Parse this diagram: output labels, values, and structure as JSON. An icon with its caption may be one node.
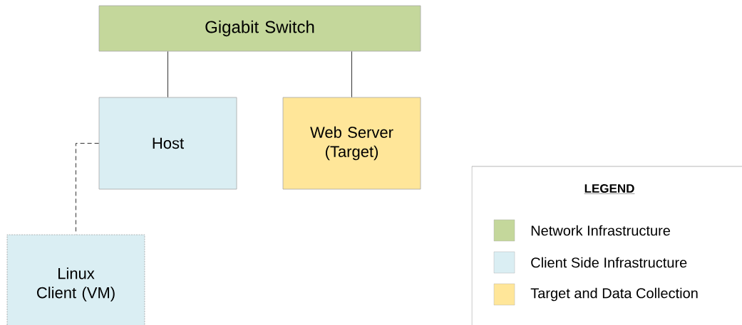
{
  "diagram": {
    "nodes": [
      {
        "text": [
          "Gigabit Switch"
        ]
      },
      {
        "text": [
          "Host"
        ]
      },
      {
        "text": [
          "Web Server (Target)"
        ]
      },
      {
        "text": [
          "Linux Client (VM)"
        ]
      }
    ],
    "edges": [
      {
        "from": 0,
        "to": 1,
        "arrow": "none"
      },
      {
        "from": 0,
        "to": 2,
        "arrow": "none"
      },
      {
        "from": 1,
        "to": 3,
        "arrow": "none",
        "style": "dashed"
      }
    ],
    "labels": [
      "LEGEND"
    ],
    "legend": [
      {
        "text": "Network Infrastructure",
        "color": "#c4d79b"
      },
      {
        "text": "Client Side Infrastructure",
        "color": "#daeef3"
      },
      {
        "text": "Target and Data Collection",
        "color": "#ffe699"
      }
    ]
  }
}
